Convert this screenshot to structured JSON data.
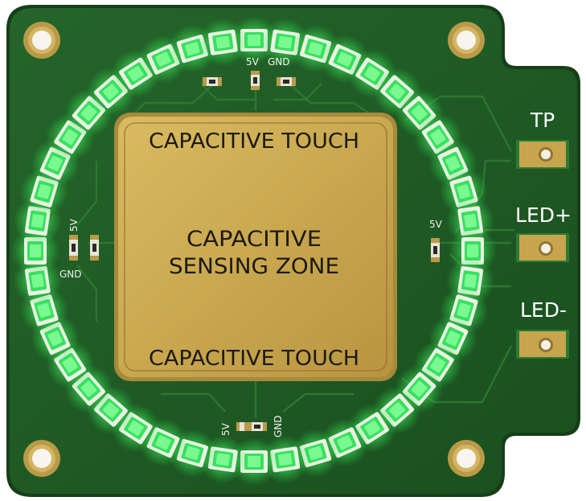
{
  "touch_pad": {
    "top_label": "CAPACITIVE TOUCH",
    "center_line1": "CAPACITIVE",
    "center_line2": "SENSING ZONE",
    "bottom_label": "CAPACITIVE TOUCH"
  },
  "connector": {
    "pins": [
      {
        "label": "TP"
      },
      {
        "label": "LED+"
      },
      {
        "label": "LED-"
      }
    ]
  },
  "silkscreen": {
    "top": {
      "v5": "5V",
      "gnd": "GND"
    },
    "left": {
      "v5": "5V",
      "gnd": "GND"
    },
    "right": {
      "v5": "5V"
    },
    "bottom": {
      "v5": "5V",
      "gnd": "GND"
    }
  },
  "led_ring": {
    "count": 44,
    "led_color": "#38e060",
    "glow_color": "#5dff7a"
  },
  "colors": {
    "solder_mask": "#1f5a22",
    "copper_gold": "#c9a54a",
    "pad_gold": "#d3b25a",
    "board_edge": "#153d18",
    "trace": "#2c7330"
  }
}
